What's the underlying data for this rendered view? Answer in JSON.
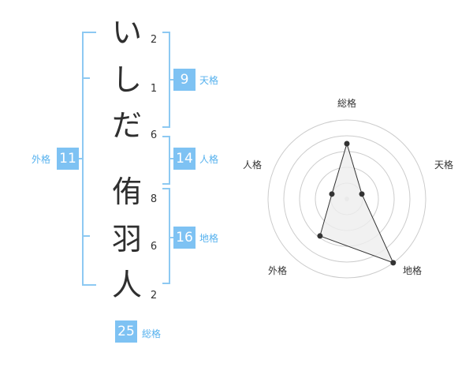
{
  "name": {
    "characters": [
      {
        "char": "い",
        "strokes": "2"
      },
      {
        "char": "し",
        "strokes": "1"
      },
      {
        "char": "だ",
        "strokes": "6"
      },
      {
        "char": "侑",
        "strokes": "8"
      },
      {
        "char": "羽",
        "strokes": "6"
      },
      {
        "char": "人",
        "strokes": "2"
      }
    ]
  },
  "kakusu": {
    "tenkaku": {
      "value": "9",
      "label": "天格"
    },
    "jinkaku": {
      "value": "14",
      "label": "人格"
    },
    "chikaku": {
      "value": "16",
      "label": "地格"
    },
    "gaikaku": {
      "value": "11",
      "label": "外格"
    },
    "soukaku": {
      "value": "25",
      "label": "総格"
    }
  },
  "radar": {
    "axes": [
      "総格",
      "天格",
      "地格",
      "外格",
      "人格"
    ],
    "values": [
      0.7,
      0.2,
      1.0,
      0.58,
      0.2
    ],
    "colors": {
      "ring": "#cccccc",
      "fill": "#eeeeee",
      "line": "#333333",
      "center": "#dddddd"
    }
  }
}
